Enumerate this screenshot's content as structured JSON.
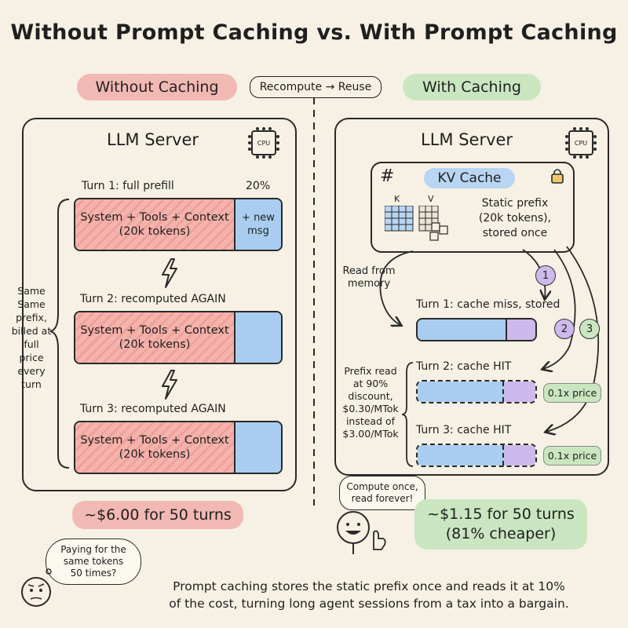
{
  "title": "Without Prompt Caching vs. With Prompt Caching",
  "header": {
    "left_pill": "Without Caching",
    "middle_pill": "Recompute → Reuse",
    "right_pill": "With Caching"
  },
  "left": {
    "server_title": "LLM Server",
    "chip_label": "CPU",
    "turn1_label": "Turn 1: full prefill",
    "turn1_pct": "20%",
    "turn2_label": "Turn 2: recomputed AGAIN",
    "turn3_label": "Turn 3: recomputed AGAIN",
    "prefix_line1": "System + Tools + Context",
    "prefix_line2": "(20k tokens)",
    "new_msg_line1": "+ new",
    "new_msg_line2": "msg",
    "side_note": [
      "Same",
      "Same",
      "prefix,",
      "billed at",
      "full price",
      "every",
      "turn"
    ],
    "cost": "~$6.00 for 50 turns"
  },
  "right": {
    "server_title": "LLM Server",
    "chip_label": "CPU",
    "kv_title": "KV Cache",
    "k_label": "K",
    "v_label": "V",
    "kv_desc": [
      "Static prefix",
      "(20k tokens),",
      "stored once"
    ],
    "read_from": [
      "Read from",
      "memory"
    ],
    "turn1_label": "Turn 1: cache miss, stored",
    "turn2_label": "Turn 2: cache HIT",
    "turn3_label": "Turn 3: cache HIT",
    "price_tag": "0.1x price",
    "discount_note": [
      "Prefix read",
      "at 90%",
      "discount,",
      "$0.30/MTok",
      "instead of",
      "$3.00/MTok"
    ],
    "badges": [
      "1",
      "2",
      "3"
    ],
    "cost_line1": "~$1.15 for 50 turns",
    "cost_line2": "(81% cheaper)"
  },
  "speech_bubble": [
    "Compute once,",
    "read forever!"
  ],
  "thought_bubble": [
    "Paying for the",
    "same tokens",
    "50 times?"
  ],
  "footer": [
    "Prompt caching stores the static prefix once and reads it at 10%",
    "of the cost, turning long agent sessions from a tax into a bargain."
  ]
}
